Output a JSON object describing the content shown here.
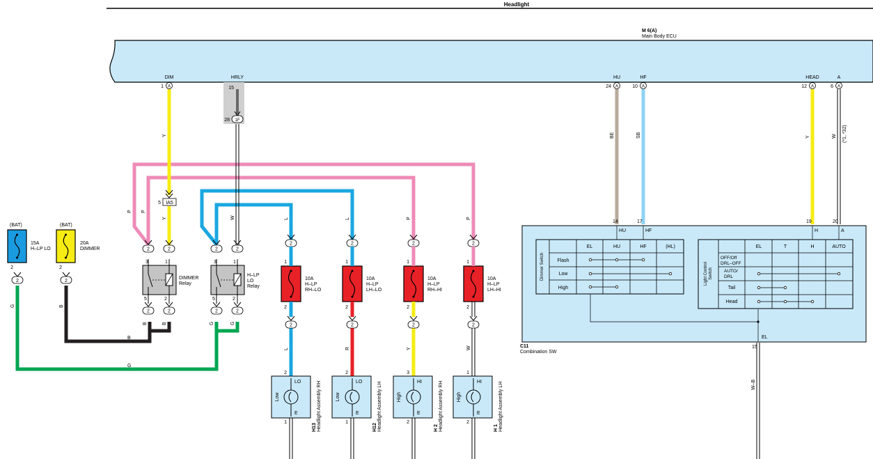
{
  "title": "Headlight",
  "ecu": {
    "ref": "M 6(A)",
    "name": "Main Body ECU",
    "pins": {
      "dim": {
        "label": "DIM",
        "num": "1",
        "conn": "A"
      },
      "hrly": {
        "label": "HRLY",
        "num": "15"
      },
      "hu": {
        "label": "HU",
        "num": "24",
        "conn": "A"
      },
      "hf": {
        "label": "HF",
        "num": "10",
        "conn": "A"
      },
      "head": {
        "label": "HEAD",
        "num": "12",
        "conn": "A"
      },
      "a": {
        "label": "A",
        "num": "6",
        "conn": "A"
      }
    }
  },
  "junction": {
    "num": "28",
    "conn": "1F"
  },
  "ia5": {
    "num": "5",
    "label": "IA5"
  },
  "wires": {
    "dim": "Y",
    "hrly": "W",
    "hu": "BE",
    "hf": "SB",
    "head": "Y",
    "a": "W",
    "a_note": "(*1, *32)"
  },
  "fuses_bat": [
    {
      "source": "(BAT)",
      "rating": "15A",
      "name": "H–LP LO",
      "pin": "2",
      "pin_conn": "2",
      "wire": "G",
      "color": "#1a9be0"
    },
    {
      "source": "(BAT)",
      "rating": "20A",
      "name": "DIMMER",
      "pin": "2",
      "pin_conn": "2",
      "wire": "B",
      "color": "#f7ec13"
    }
  ],
  "relays": [
    {
      "name1": "DIMMER",
      "name2": "Relay",
      "name3": "",
      "top_pins": [
        "3",
        "1"
      ],
      "bottom_pins": [
        "5",
        "2"
      ],
      "top_conns": [
        "2",
        "2"
      ],
      "bottom_conns": [
        "2",
        "2"
      ],
      "wire_left": "P",
      "wire_right": "Y",
      "wire_bl": "B",
      "wire_br": "B"
    },
    {
      "name1": "H–LP",
      "name2": "LO",
      "name3": "Relay",
      "top_pins": [
        "3",
        "1"
      ],
      "bottom_pins": [
        "5",
        "2"
      ],
      "top_conns": [
        "2",
        "2"
      ],
      "bottom_conns": [
        "2",
        "2"
      ],
      "wire_left": "",
      "wire_right": "W",
      "wire_bl": "G",
      "wire_br": "G"
    }
  ],
  "bus_labels": {
    "black": "B",
    "green": "G"
  },
  "fuses_lamp": [
    {
      "rating": "10A",
      "name1": "H–LP",
      "name2": "RH–LO",
      "top_pin": "1",
      "bottom_pin": "2",
      "conn": "2",
      "wire_top": "L",
      "wire_bottom": "L",
      "color_top": "#1aa7e0",
      "color_bottom": "#1aa7e0"
    },
    {
      "rating": "10A",
      "name1": "H–LP",
      "name2": "LH–LO",
      "top_pin": "1",
      "bottom_pin": "2",
      "conn": "2",
      "wire_top": "L",
      "wire_bottom": "R",
      "color_top": "#1aa7e0",
      "color_bottom": "#e82127"
    },
    {
      "rating": "10A",
      "name1": "H–LP",
      "name2": "RH–HI",
      "top_pin": "1",
      "bottom_pin": "2",
      "conn": "2",
      "wire_top": "P",
      "wire_bottom": "Y",
      "color_top": "#ee8bb7",
      "color_bottom": "#f7ec13"
    },
    {
      "rating": "10A",
      "name1": "H–LP",
      "name2": "LH–HI",
      "top_pin": "1",
      "bottom_pin": "2",
      "conn": "2",
      "wire_top": "P",
      "wire_bottom": "W",
      "color_top": "#ee8bb7",
      "color_bottom": "#ffffff"
    }
  ],
  "headlights": [
    {
      "ref": "H13",
      "name": "Headlight Assembly RH",
      "mode": "Low",
      "term_top": "LO",
      "term_bottom": "E",
      "pin_top": "2",
      "pin_bottom": "1"
    },
    {
      "ref": "H12",
      "name": "Headlight Assembly LH",
      "mode": "Low",
      "term_top": "LO",
      "term_bottom": "E",
      "pin_top": "2",
      "pin_bottom": "1"
    },
    {
      "ref": "H 2",
      "name": "Headlight Assembly RH",
      "mode": "High",
      "term_top": "HI",
      "term_bottom": "E",
      "pin_top": "3",
      "pin_bottom": "2"
    },
    {
      "ref": "H 1",
      "name": "Headlight Assembly LH",
      "mode": "High",
      "term_top": "HI",
      "term_bottom": "E",
      "pin_top": "1",
      "pin_bottom": "2"
    }
  ],
  "combo": {
    "ref": "C11",
    "name": "Combination SW",
    "pin_labels": {
      "hu": "HU",
      "hf": "HF",
      "h": "H",
      "a": "A"
    },
    "pin_nums": {
      "hu": "14",
      "hf": "17",
      "h": "19",
      "a": "20"
    },
    "el_label": "EL",
    "el_pin": "15",
    "el_wire": "W–B",
    "dimmer": {
      "title": "Dimmer Switch",
      "headers": [
        "EL",
        "HU",
        "HF",
        "(HL)"
      ],
      "rows": [
        "Flash",
        "Low",
        "High"
      ]
    },
    "light": {
      "title1": "Light Control",
      "title2": "Switch",
      "headers": [
        "EL",
        "T",
        "H",
        "AUTO"
      ],
      "rows": [
        "OFF/Off|DRL–OFF",
        "AUTO/|DRL",
        "Tail",
        "Head"
      ]
    }
  },
  "colors": {
    "yellow": "#f7ec13",
    "pink": "#ee8bb7",
    "blue": "#1aa7e0",
    "green": "#00a651",
    "black": "#231f20",
    "red": "#e82127",
    "beige": "#b8aa9a",
    "skyblue": "#8dd3f5",
    "panel": "#c9e9f9",
    "fuse_red": "#e82127",
    "relay": "#c4c4c4"
  }
}
